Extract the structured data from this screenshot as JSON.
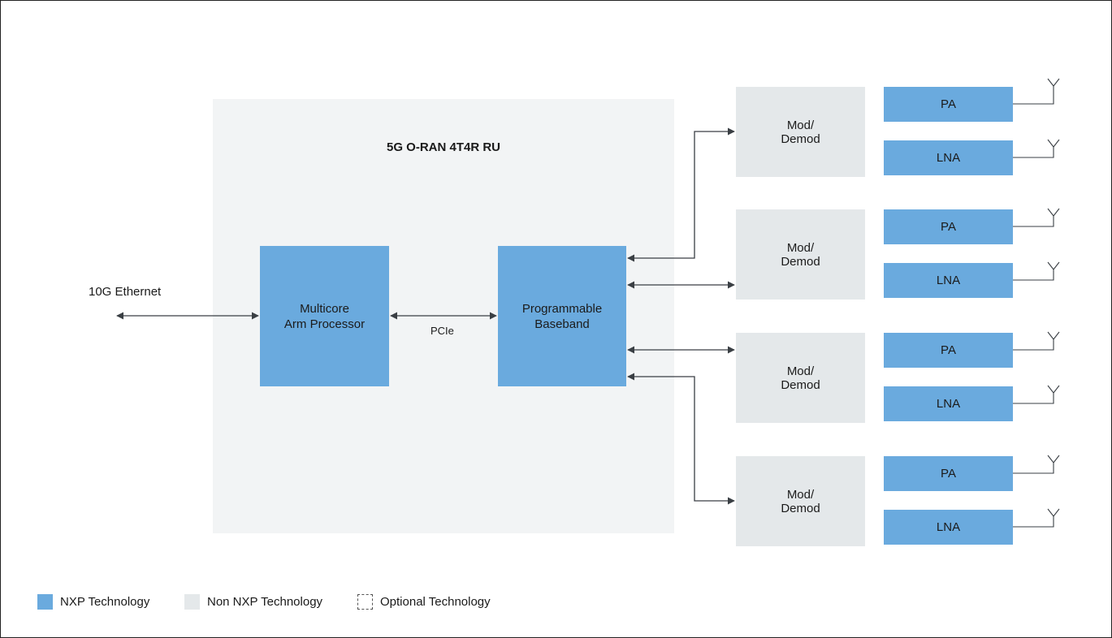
{
  "diagram": {
    "title": "5G O-RAN 4T4R RU",
    "ethernet_label": "10G Ethernet",
    "pcie_label": "PCIe",
    "processor": {
      "line1": "Multicore",
      "line2": "Arm Processor"
    },
    "baseband": {
      "line1": "Programmable",
      "line2": "Baseband"
    },
    "chains": [
      {
        "mod": {
          "line1": "Mod/",
          "line2": "Demod"
        },
        "pa": "PA",
        "lna": "LNA"
      },
      {
        "mod": {
          "line1": "Mod/",
          "line2": "Demod"
        },
        "pa": "PA",
        "lna": "LNA"
      },
      {
        "mod": {
          "line1": "Mod/",
          "line2": "Demod"
        },
        "pa": "PA",
        "lna": "LNA"
      },
      {
        "mod": {
          "line1": "Mod/",
          "line2": "Demod"
        },
        "pa": "PA",
        "lna": "LNA"
      }
    ]
  },
  "legend": {
    "nxp": "NXP Technology",
    "non_nxp": "Non NXP Technology",
    "optional": "Optional Technology"
  },
  "colors": {
    "nxp": "#6aaade",
    "non_nxp": "#e4e8ea",
    "ru_background": "#f2f4f5",
    "wire": "#3a3f44"
  }
}
